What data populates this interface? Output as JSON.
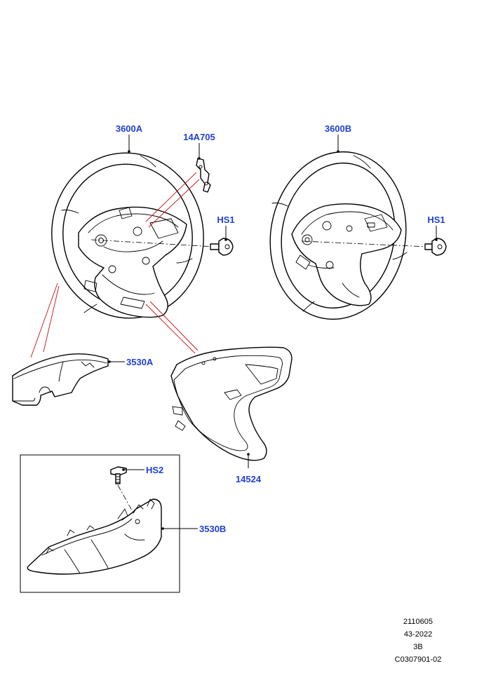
{
  "callouts": {
    "wheel_a": "3600A",
    "clip": "14A705",
    "bolt_a": "HS1",
    "wheel_b": "3600B",
    "bolt_b": "HS1",
    "shroud_upper_a": "3530A",
    "bezel": "14524",
    "screw": "HS2",
    "shroud_b": "3530B"
  },
  "footer": {
    "line1": "2110605",
    "line2": "43-2022",
    "line3": "3B",
    "line4": "C0307901-02"
  },
  "colors": {
    "callout": "#1f3fd6",
    "leader_red": "#cc1111",
    "line": "#000000"
  }
}
